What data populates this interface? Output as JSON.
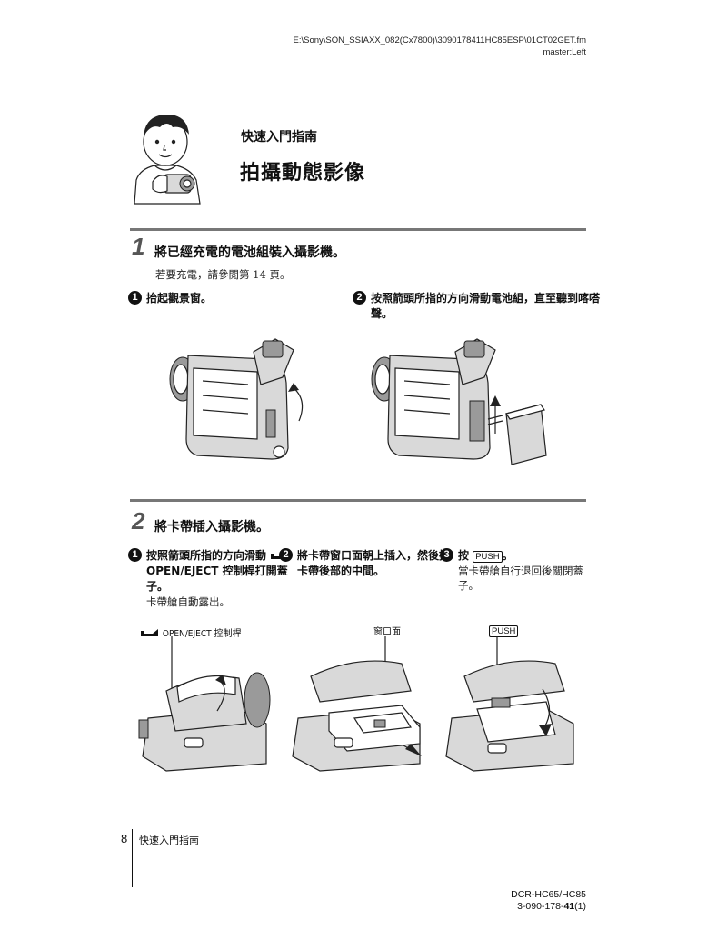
{
  "header": {
    "file_path": "E:\\Sony\\SON_SSIAXX_082(Cx7800)\\3090178411HC85ESP\\01CT02GET.fm",
    "master": "master:Left"
  },
  "page": {
    "section_label": "快速入門指南",
    "title": "拍攝動態影像"
  },
  "step1": {
    "number": "1",
    "title": "將已經充電的電池組裝入攝影機。",
    "note": "若要充電，請參閱第 14 頁。",
    "instructions": [
      {
        "num": "1",
        "text": "抬起觀景窗。"
      },
      {
        "num": "2",
        "text": "按照箭頭所指的方向滑動電池組，直至聽到喀嗒聲。"
      }
    ]
  },
  "step2": {
    "number": "2",
    "title": "將卡帶插入攝影機。",
    "instructions": [
      {
        "num": "1",
        "text_before": "按照箭頭所指的方向滑動",
        "text_after": " OPEN/EJECT 控制桿打開蓋子。",
        "sub": "卡帶艙自動露出。"
      },
      {
        "num": "2",
        "text": "將卡帶窗口面朝上插入，然後推卡帶後部的中間。"
      },
      {
        "num": "3",
        "text_before": "按",
        "push": "PUSH",
        "text_after": "。",
        "sub": "當卡帶艙自行退回後關閉蓋子。"
      }
    ],
    "labels": {
      "lever": "OPEN/EJECT 控制桿",
      "window_side": "窗口面",
      "push": "PUSH"
    }
  },
  "footer": {
    "page_number": "8",
    "section": "快速入門指南",
    "model": "DCR-HC65/HC85",
    "code_prefix": "3-090-178-",
    "code_bold": "41",
    "code_suffix": "(1)"
  }
}
